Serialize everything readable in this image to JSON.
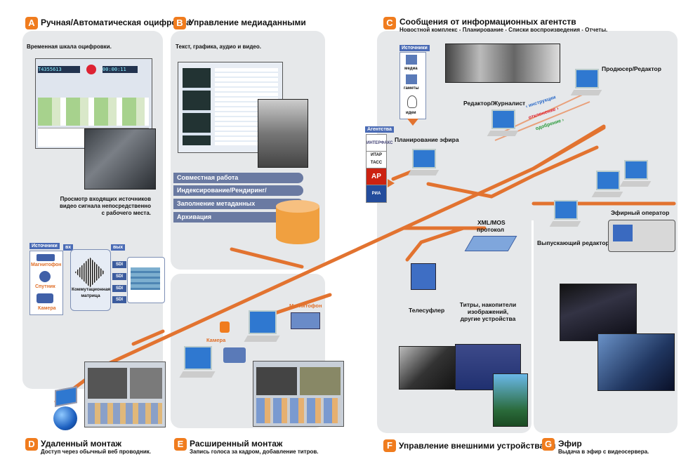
{
  "sections": {
    "a": {
      "letter": "A",
      "title": "Ручная/Автоматическая оцифровка",
      "sub": "Временная шкала оцифровки.",
      "caption_lines": [
        "Просмотр входящих источников",
        "видео сигнала непосредственно",
        "с рабочего места."
      ]
    },
    "b": {
      "letter": "B",
      "title": "Управление медиаданными",
      "sub": "Текст, графика, аудио и видео."
    },
    "c": {
      "letter": "C",
      "title": "Сообщения от информационных агентств",
      "sub": "Новостной комплекс - Планирование - Списки воспроизведения - Отчеты."
    },
    "d": {
      "letter": "D",
      "title": "Удаленный монтаж",
      "sub": "Доступ через обычный веб проводник."
    },
    "e": {
      "letter": "E",
      "title": "Расширенный монтаж",
      "sub": "Запись голоса за кадром, добавление титров."
    },
    "f": {
      "letter": "F",
      "title": "Управление внешними устройствами"
    },
    "g": {
      "letter": "G",
      "title": "Эфир",
      "sub": "Выдача в эфир с видеосервера."
    }
  },
  "a_timecode": "T4355613",
  "a_timecode2": "00:00:11",
  "matrix": {
    "sources_tag": "Источники",
    "in_tag": "вх",
    "out_tag": "вых",
    "sources": [
      "Магнитофон",
      "Спутник",
      "Камера"
    ],
    "matrix_label": "Коммутационная матрица",
    "sdi": [
      "SDI",
      "SDI",
      "SDI",
      "SDI"
    ]
  },
  "b_bars": [
    "Совместная работа",
    "Индексирование/Рендиринг/Конвертация",
    "Заполнение метаданных",
    "Архивация"
  ],
  "c_sources": {
    "tag": "Источники",
    "items": [
      "медиа",
      "гаметы",
      "идеи"
    ]
  },
  "c_agencies": {
    "tag": "Агентства",
    "items": [
      "ИНТЕРФАКС",
      "ИТАР ТАСС",
      "AP",
      "РИА"
    ]
  },
  "c_labels": {
    "planning": "Планирование эфира",
    "editor_journalist": "Редактор/Журналист",
    "producer_editor": "Продюсер/Редактор",
    "instructions": "‹ инструкции",
    "rejection": "отклонение ›",
    "approval": "одобрение ›"
  },
  "g_labels": {
    "release_editor": "Выпускающий редактор",
    "air_operator": "Эфирный оператор"
  },
  "f_labels": {
    "xml_mos_line1": "XML/MOS",
    "xml_mos_line2": "протокол",
    "teleprompter": "Телесуфлер",
    "titles_lines": [
      "Титры, накопители",
      "изображений,",
      "другие устройства"
    ]
  },
  "e_labels": {
    "camera": "Камера",
    "vtr": "Магнитофон"
  },
  "colors": {
    "accent": "#f07c1e",
    "panel": "#e6e8ea",
    "bar": "#6a7aa2",
    "blue_tag": "#4a6bb5"
  }
}
